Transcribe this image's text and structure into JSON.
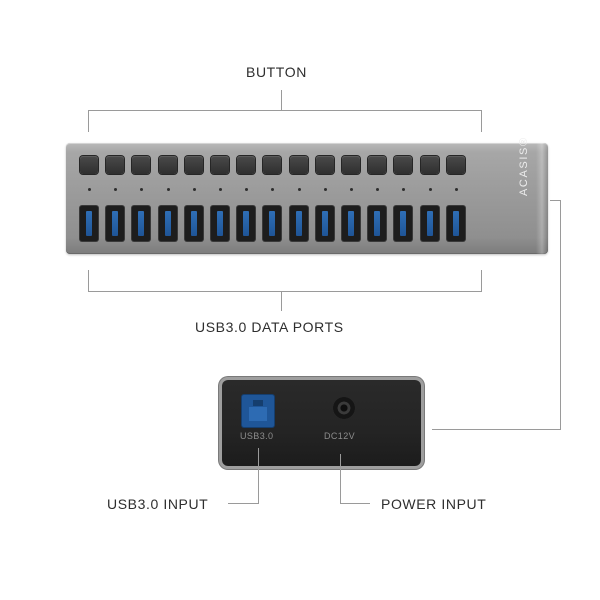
{
  "labels": {
    "button": "BUTTON",
    "data_ports": "USB3.0 DATA PORTS",
    "usb_input": "USB3.0 INPUT",
    "power_input": "POWER INPUT"
  },
  "hub": {
    "brand": "ACASIS®",
    "button_count": 15,
    "port_count": 15,
    "body_color": "#9b9b9b",
    "port_color": "#2f6fb6"
  },
  "rear_panel": {
    "usb_label": "USB3.0",
    "dc_label": "DC12V"
  }
}
